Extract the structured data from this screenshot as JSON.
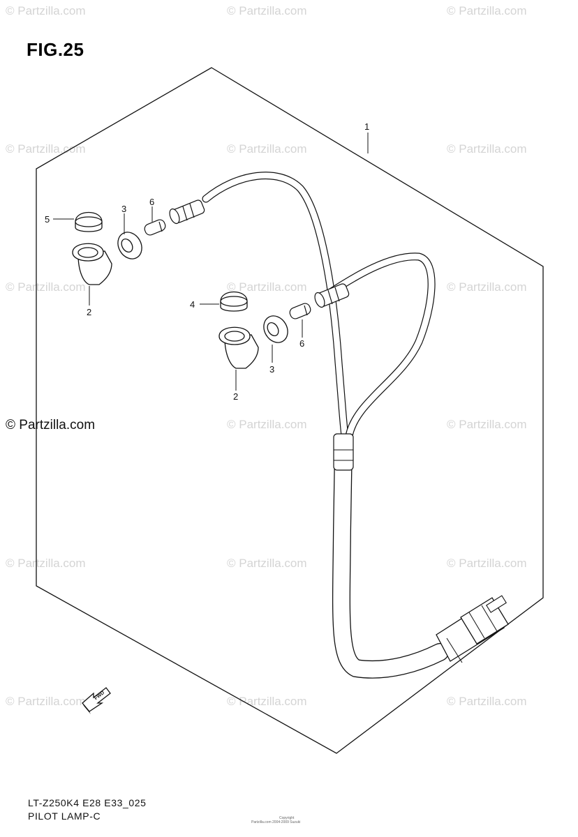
{
  "figure": {
    "title": "FIG.25"
  },
  "watermark": {
    "text": "© Partzilla.com"
  },
  "callouts": {
    "p1": "1",
    "p2": "2",
    "p3": "3",
    "p4": "4",
    "p5": "5",
    "p6": "6"
  },
  "fwd_label": "FWD",
  "footer": {
    "model_code": "LT-Z250K4 E28 E33_025",
    "section_name": "PILOT LAMP-C",
    "copyright": "Copyright",
    "copyright_detail": "Partzilla.com 2004-2009 Suzuki"
  },
  "colors": {
    "line": "#111111",
    "watermark": "#d4d4d4"
  }
}
